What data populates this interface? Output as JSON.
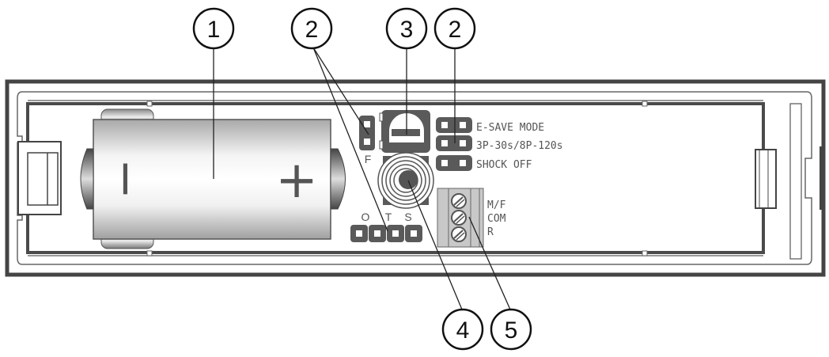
{
  "diagram": {
    "callouts": [
      {
        "number": "1",
        "target": "battery"
      },
      {
        "number": "2",
        "target": "jumpers-left"
      },
      {
        "number": "3",
        "target": "reed-switch"
      },
      {
        "number": "2",
        "target": "jumpers-right"
      },
      {
        "number": "4",
        "target": "tamper-spring"
      },
      {
        "number": "5",
        "target": "terminal-block"
      }
    ],
    "battery": {
      "minus_symbol": "−",
      "plus_symbol": "+"
    },
    "jumper_labels": {
      "f": "F",
      "o": "O",
      "t": "T",
      "s": "S"
    },
    "mode_labels": [
      "E-SAVE MODE",
      "3P-30s/8P-120s",
      "SHOCK OFF"
    ],
    "terminal_labels": [
      "M/F",
      "COM",
      "R"
    ],
    "colors": {
      "outline": "#444444",
      "component": "#5a5a5a",
      "terminal": "#c8c8c8"
    }
  }
}
